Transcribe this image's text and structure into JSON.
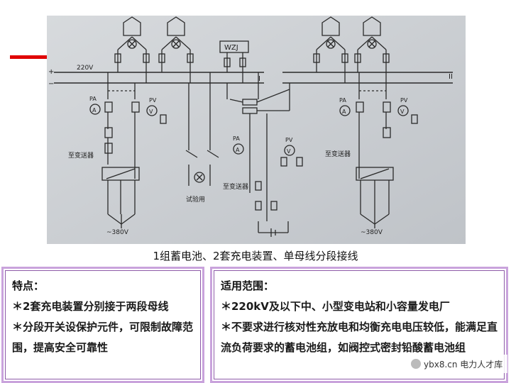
{
  "diagram": {
    "voltage_top": "220V",
    "plus": "+",
    "minus": "−",
    "bus_1": "I",
    "bus_2": "II",
    "wzj": "WZJ",
    "pa": "PA",
    "pv": "PV",
    "ammeter": "A",
    "voltmeter": "V",
    "to_transmitter": "至变送器",
    "test_use": "试验用",
    "ac_voltage": "~380V"
  },
  "caption": "1组蓄电池、2套充电装置、单母线分段接线",
  "left_panel": {
    "title": "特点：",
    "items": [
      "＊2套充电装置分别接于两段母线",
      "＊分段开关设保护元件，可限制故障范围，提高安全可靠性"
    ]
  },
  "right_panel": {
    "title": "适用范围：",
    "items": [
      "＊220kV及以下中、小型变电站和小容量发电厂",
      "＊不要求进行核对性充放电和均衡充电电压较低，能满足直流负荷要求的蓄电池组，如阀控式密封铅酸蓄电池组"
    ]
  },
  "watermark": "ybx8.cn 电力人才库",
  "colors": {
    "accent_red": "#e00000",
    "panel_border": "#c9a3dc",
    "photo_bg": "#c9cdd2"
  }
}
